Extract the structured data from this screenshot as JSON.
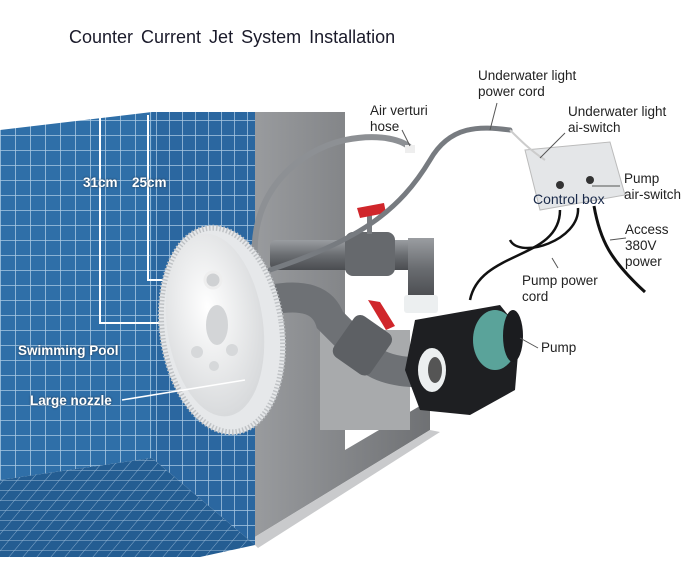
{
  "title": "Counter Current Jet System Installation",
  "labels": {
    "underwater_light_power_cord": [
      "Underwater light",
      "power cord"
    ],
    "air_verturi_hose": [
      "Air verturi",
      "hose"
    ],
    "underwater_light_ai_switch": [
      "Underwater light",
      "ai-switch"
    ],
    "pump_air_switch": [
      "Pump",
      "air-switch"
    ],
    "control_box": "Control box",
    "access_power": [
      "Access",
      "380V",
      "power"
    ],
    "pump_power_cord": [
      "Pump power",
      "cord"
    ],
    "pump": "Pump",
    "swimming_pool": "Swimming Pool",
    "large_nozzle": "Large nozzle",
    "dim_31": "31cm",
    "dim_25": "25cm"
  },
  "colors": {
    "tile": "#2f6fa8",
    "tile_floor": "#245d92",
    "grout": "#a9c8e2",
    "wall": "#8a8c8f",
    "valve_handle": "#d0262b",
    "pump_motor": "#5aa39a"
  }
}
